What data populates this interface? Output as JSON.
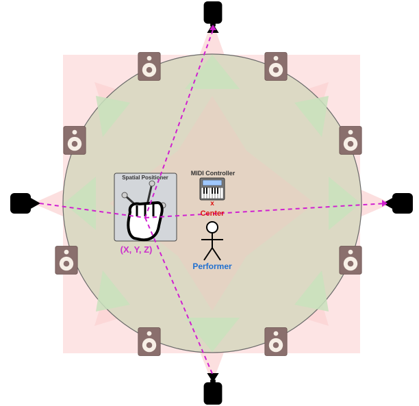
{
  "labels": {
    "spatial_positioner": "Spatial Positioner",
    "midi_controller": "MIDI Controller",
    "center_mark": "x",
    "center": "Center",
    "coords": "(X, Y, Z)",
    "performer": "Performer"
  },
  "colors": {
    "background": "#ffffff",
    "pink_zone": "#fde4e4",
    "circle_fill": "#dcd9c4",
    "green_zone": "#c9e2bd",
    "speaker_body": "#8a6f6d",
    "speaker_cone": "#f7efe6",
    "camera": "#000000",
    "tracking_line": "#d020d0",
    "center_label": "#dd1111",
    "performer_label": "#1f6fd0",
    "coords_label": "#cc2fcc",
    "positioner_box": "#d3d6da"
  },
  "icons": {
    "speaker": "speaker-icon",
    "camera": "camera-icon",
    "keyboard": "midi-keyboard-icon",
    "fist": "fist-icon",
    "performer": "stick-figure-icon"
  }
}
